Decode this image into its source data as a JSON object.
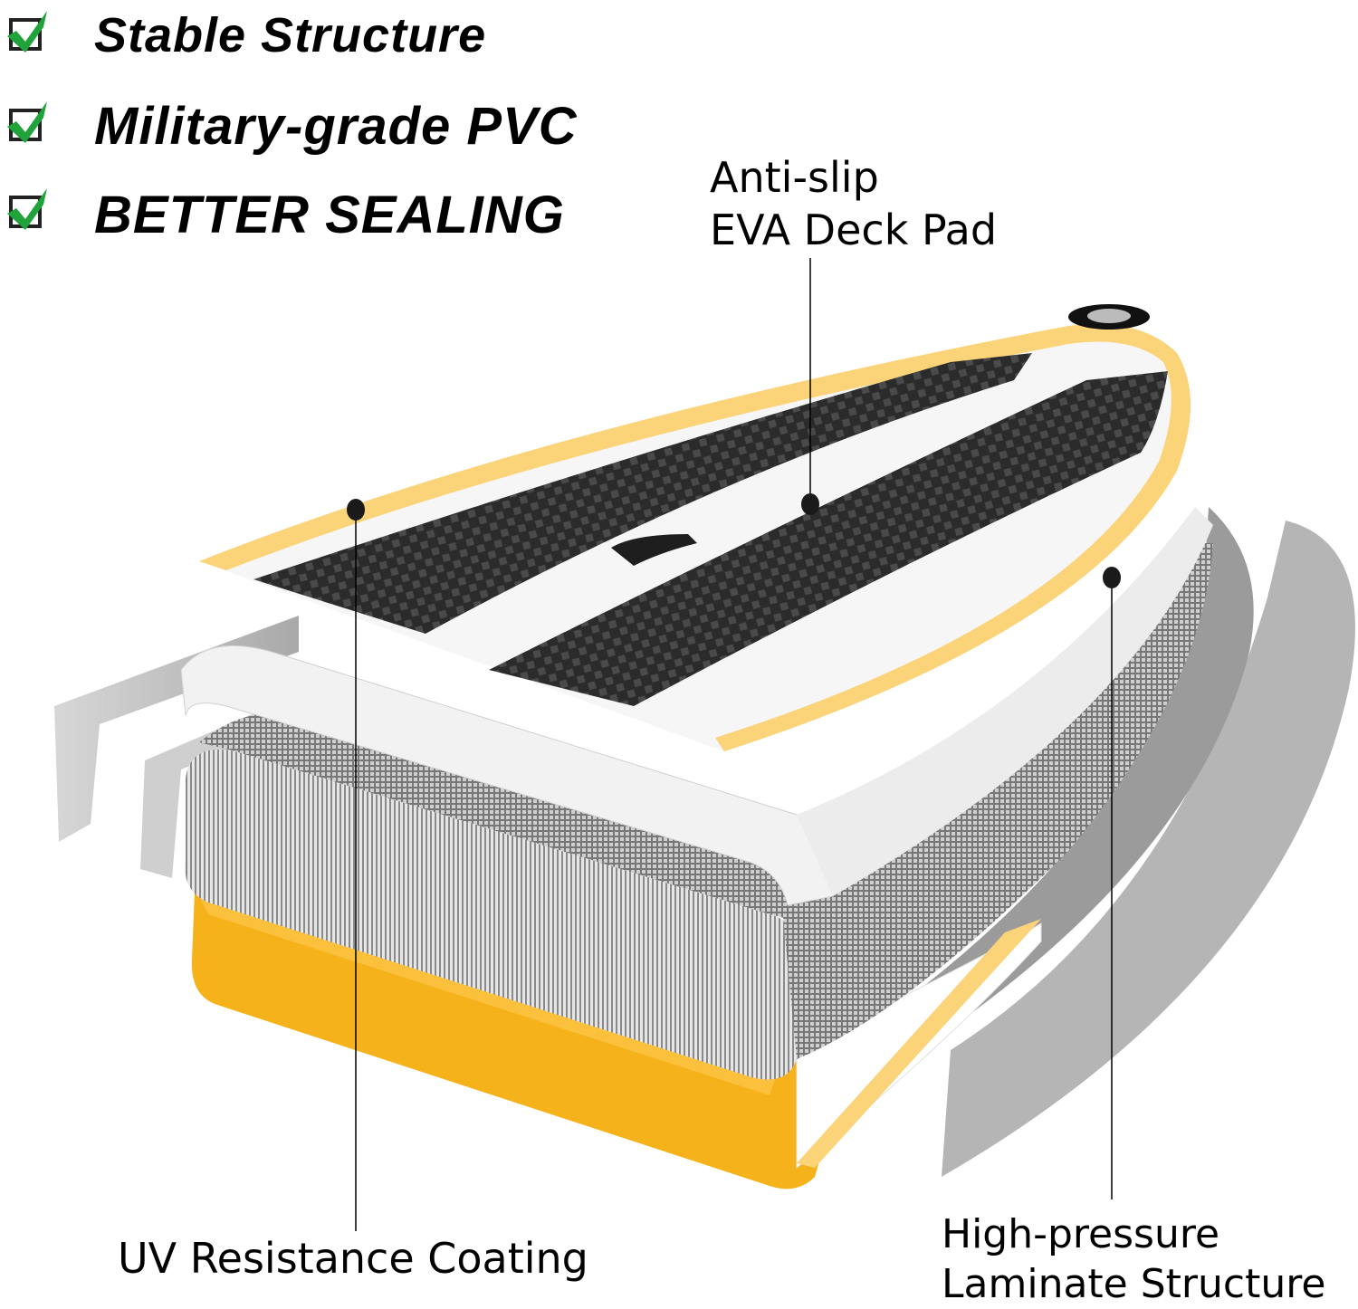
{
  "features": [
    {
      "label": "Stable Structure",
      "icon": "checkbox-checked-icon"
    },
    {
      "label": "Military-grade PVC",
      "icon": "checkbox-checked-icon"
    },
    {
      "label": "BETTER SEALING",
      "icon": "checkbox-checked-icon"
    }
  ],
  "callouts": {
    "deck_pad": {
      "line1": "Anti-slip",
      "line2": "EVA Deck Pad"
    },
    "uv_coating": {
      "line1": "UV Resistance Coating"
    },
    "laminate": {
      "line1": "High-pressure",
      "line2": "Laminate Structure"
    }
  },
  "colors": {
    "check_green": "#1fa33a",
    "accent_orange": "#f6b21a",
    "rail_yellow": "#fbd379",
    "deck_black": "#2b2b2b",
    "layer_gray": "#bdbdbd"
  }
}
